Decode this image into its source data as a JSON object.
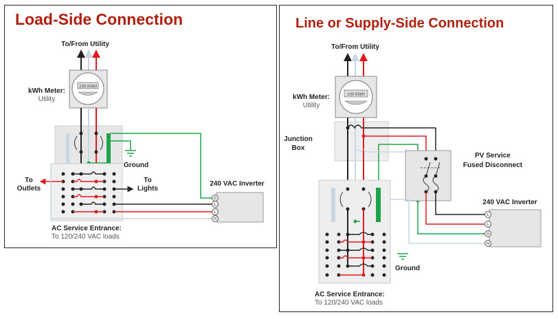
{
  "colors": {
    "title": "#b0200f",
    "black_wire": "#222222",
    "red_wire": "#e0191e",
    "neutral_wire": "#c8d6e0",
    "ground_wire": "#1fa34a",
    "box_fill": "#e6e6e6"
  },
  "load_side": {
    "title": "Load-Side Connection",
    "to_from_utility": "To/From Utility",
    "meter_label": "kWh Meter:",
    "meter_sub": "Utility",
    "meter_display": "100 KWH",
    "ground": "Ground",
    "to_outlets_1": "To",
    "to_outlets_2": "Outlets",
    "to_lights_1": "To",
    "to_lights_2": "Lights",
    "inverter": "240 VAC Inverter",
    "terminals": [
      "G",
      "L",
      "L",
      "N"
    ],
    "ac_entrance": "AC Service Entrance:",
    "ac_entrance_sub": "To 120/240 VAC loads"
  },
  "supply_side": {
    "title": "Line or Supply-Side Connection",
    "to_from_utility": "To/From Utility",
    "meter_label": "kWh Meter:",
    "meter_sub": "Utility",
    "meter_display": "100 KWH",
    "junction_1": "Junction",
    "junction_2": "Box",
    "pv_1": "PV Service",
    "pv_2": "Fused Disconnect",
    "inverter": "240 VAC Inverter",
    "terminals": [
      "L",
      "L",
      "G",
      "N"
    ],
    "ground": "Ground",
    "ac_entrance": "AC Service Entrance:",
    "ac_entrance_sub": "To 120/240 VAC loads"
  }
}
